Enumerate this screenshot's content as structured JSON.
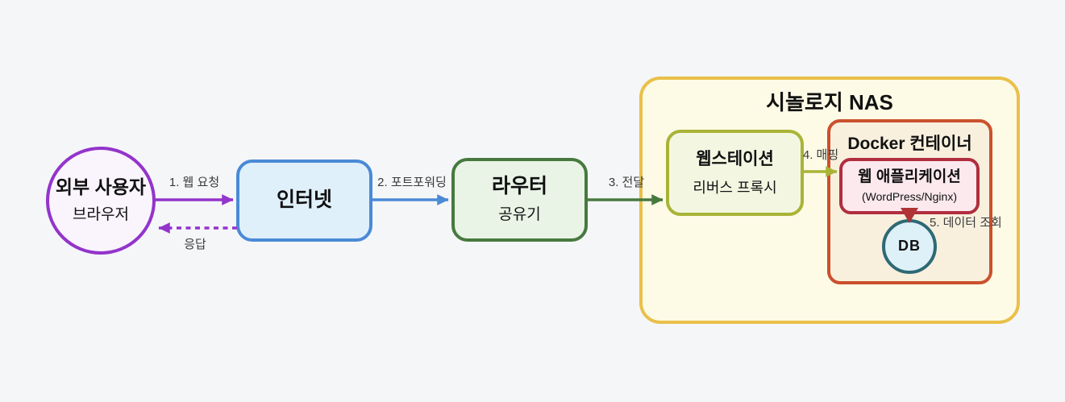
{
  "diagram": {
    "background": "#f5f6f8",
    "nodes": {
      "user": {
        "title": "외부 사용자",
        "subtitle": "브라우저",
        "border": "#9334cb",
        "fill": "#faf4fd",
        "shape": "circle"
      },
      "internet": {
        "title": "인터넷",
        "border": "#4a8ad6",
        "fill": "#dff0fb",
        "shape": "rounded-rect"
      },
      "router": {
        "title": "라우터",
        "subtitle": "공유기",
        "border": "#47793f",
        "fill": "#e9f4e6",
        "shape": "rounded-rect"
      },
      "nas": {
        "title": "시놀로지 NAS",
        "border": "#e9c04a",
        "fill": "#fdfbe6",
        "shape": "container"
      },
      "webstation": {
        "title": "웹스테이션",
        "subtitle": "리버스 프록시",
        "border": "#a9b437",
        "fill": "#f3f7e2",
        "shape": "rounded-rect"
      },
      "docker": {
        "title": "Docker 컨테이너",
        "border": "#cb502d",
        "fill": "#f8f0dd",
        "shape": "container"
      },
      "webapp": {
        "title": "웹 애플리케이션",
        "subtitle": "(WordPress/Nginx)",
        "border": "#b02e3e",
        "fill": "#fbe9ee",
        "shape": "rounded-rect"
      },
      "db": {
        "title": "DB",
        "border": "#2e6975",
        "fill": "#def1f8",
        "shape": "circle"
      }
    },
    "edges": {
      "request": {
        "label": "1. 웹 요청",
        "from": "user",
        "to": "internet",
        "color": "#9334cb",
        "style": "solid"
      },
      "response": {
        "label": "응답",
        "from": "internet",
        "to": "user",
        "color": "#9334cb",
        "style": "dashed"
      },
      "portforward": {
        "label": "2. 포트포워딩",
        "from": "internet",
        "to": "router",
        "color": "#4a8ad6",
        "style": "solid"
      },
      "forward": {
        "label": "3. 전달",
        "from": "router",
        "to": "webstation",
        "color": "#47793f",
        "style": "solid"
      },
      "mapping": {
        "label": "4. 매핑",
        "from": "webstation",
        "to": "webapp",
        "color": "#a9b437",
        "style": "solid"
      },
      "dbquery": {
        "label": "5. 데이터 조회",
        "from": "webapp",
        "to": "db",
        "color": "#b03335",
        "style": "solid"
      }
    }
  }
}
